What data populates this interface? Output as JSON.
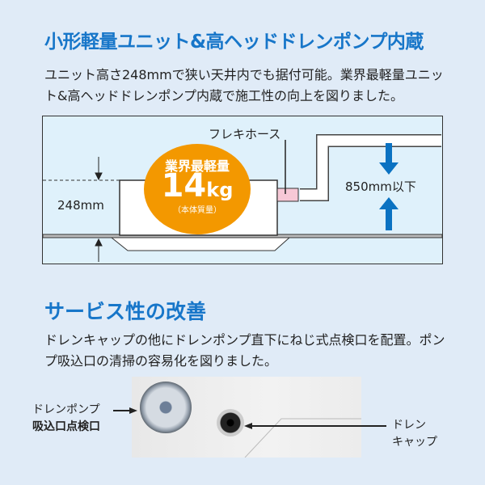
{
  "section1": {
    "title": "小形軽量ユニット&高ヘッドドレンポンプ内蔵",
    "text": "ユニット高さ248mmで狭い天井内でも据付可能。業界最軽量ユニット&高ヘッドドレンポンプ内蔵で施工性の向上を図りました。"
  },
  "diagram": {
    "hose_label": "フレキホース",
    "badge_top": "業界最軽量",
    "badge_value": "14",
    "badge_unit": "kg",
    "badge_note": "（本体質量）",
    "height_label": "248mm",
    "head_label": "850mm以下"
  },
  "section2": {
    "title": "サービス性の改善",
    "text": "ドレンキャップの他にドレンポンプ直下にねじ式点検口を配置。ポンプ吸込口の清掃の容易化を図りました。"
  },
  "photo": {
    "left_label_1": "ドレンポンプ",
    "left_label_2": "吸込口点検口",
    "right_label_1": "ドレン",
    "right_label_2": "キャップ"
  },
  "colors": {
    "accent": "#1776c9",
    "badge": "#f39800",
    "arrow": "#0a72c2"
  }
}
